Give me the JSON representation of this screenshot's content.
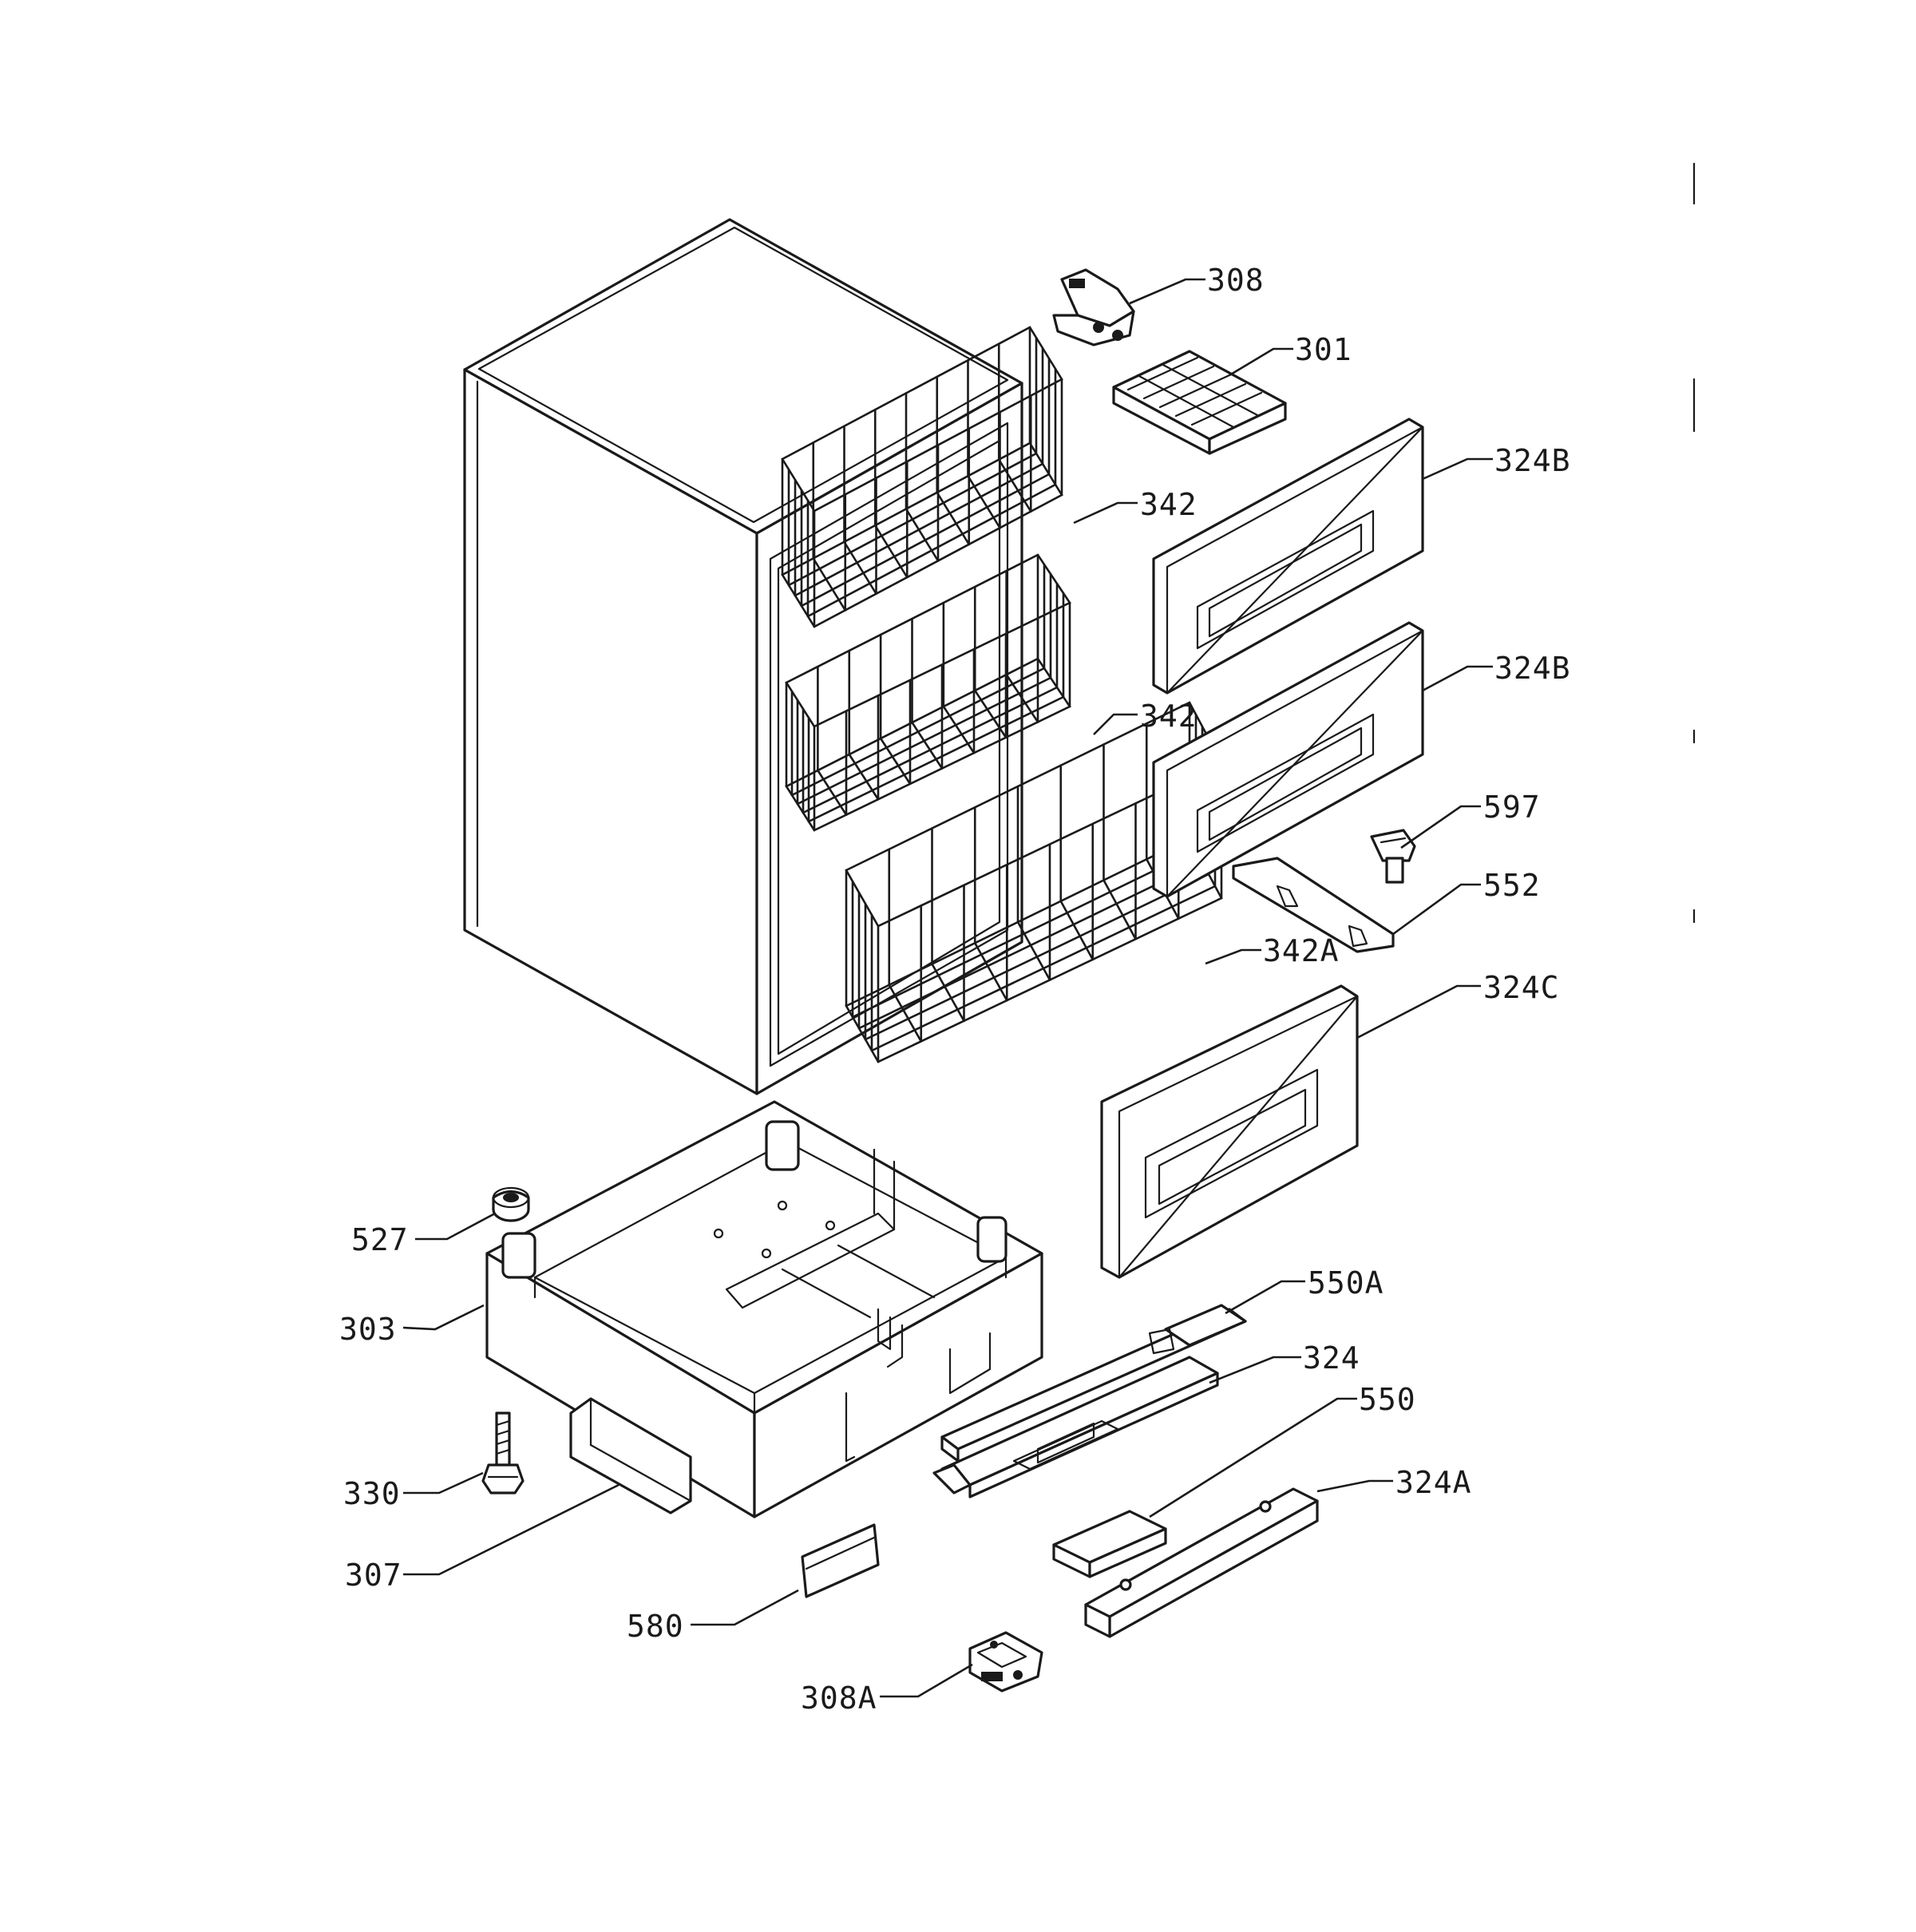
{
  "labels": {
    "l308": "308",
    "l301": "301",
    "l324B_1": "324B",
    "l342_1": "342",
    "l324B_2": "324B",
    "l342_2": "342",
    "l597": "597",
    "l552": "552",
    "l342A": "342A",
    "l324C": "324C",
    "l527": "527",
    "l550A": "550A",
    "l303": "303",
    "l324": "324",
    "l550": "550",
    "l330": "330",
    "l324A": "324A",
    "l307": "307",
    "l580": "580",
    "l308A": "308A"
  }
}
